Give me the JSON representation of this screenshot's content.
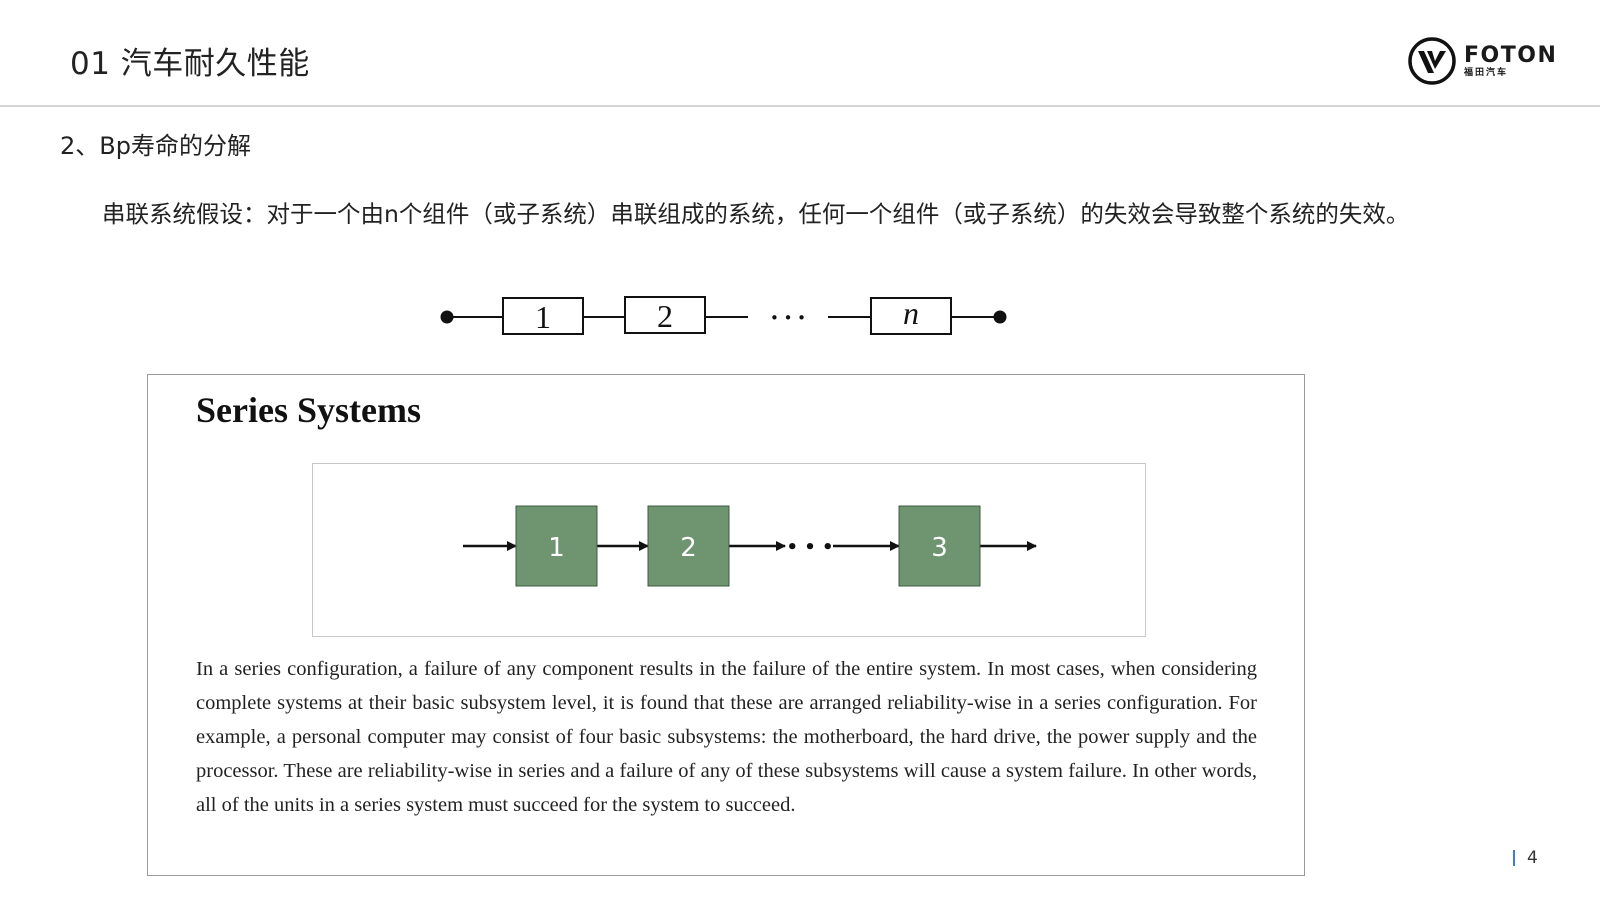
{
  "header": {
    "title": "01 汽车耐久性能",
    "logo": {
      "word": "FOTON",
      "sub": "福田汽车"
    }
  },
  "section": {
    "heading": "2、Bp寿命的分解",
    "assumption": "串联系统假设：对于一个由n个组件（或子系统）串联组成的系统，任何一个组件（或子系统）的失效会导致整个系统的失效。"
  },
  "top_diagram": {
    "blocks": [
      "1",
      "2",
      "n"
    ],
    "ellipsis": "• • •"
  },
  "panel": {
    "title": "Series Systems",
    "diagram": {
      "blocks": [
        "1",
        "2",
        "3"
      ],
      "block_color": "#6e9470",
      "ellipsis": "• • •"
    },
    "text": "In a series configuration, a failure of any component results in the failure of the entire system. In most cases, when considering complete systems at their basic subsystem level, it is found that these are arranged reliability-wise in a series configuration. For example, a personal computer may consist of four basic subsystems: the motherboard, the hard drive, the power supply and the processor. These are reliability-wise in series and a failure of any of these subsystems will cause a system failure. In other words, all of the units in a series system must succeed for the system to succeed."
  },
  "page": {
    "number": "4",
    "accent_color": "#3b7fd4"
  }
}
